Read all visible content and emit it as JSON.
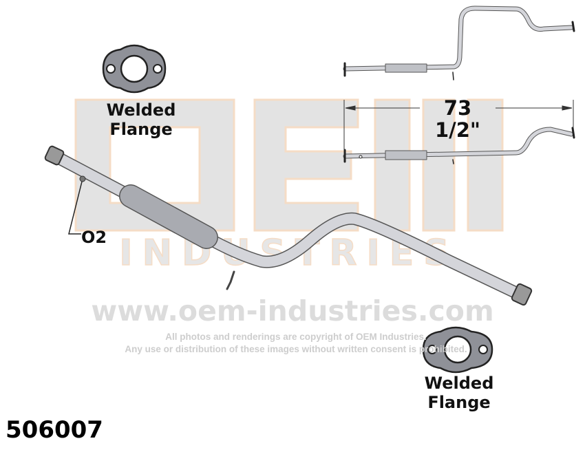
{
  "watermark": {
    "logo_text": "OEM",
    "logo_subtext": "INDUSTRIES",
    "url": "www.oem-industries.com",
    "copyright_line1": "All photos and renderings are copyright of OEM Industries.",
    "copyright_line2": "Any use or distribution of these images without written consent is prohibited."
  },
  "labels": {
    "top_flange": [
      "Welded",
      "Flange"
    ],
    "bottom_flange": [
      "Welded",
      "Flange"
    ],
    "sensor": "O2",
    "length": "73 1/2\"",
    "part_number": "506007"
  },
  "colors": {
    "watermark_gray": "#dcdcdc",
    "watermark_orange": "#f3d3b8",
    "pipe": "#c9cacf"
  }
}
